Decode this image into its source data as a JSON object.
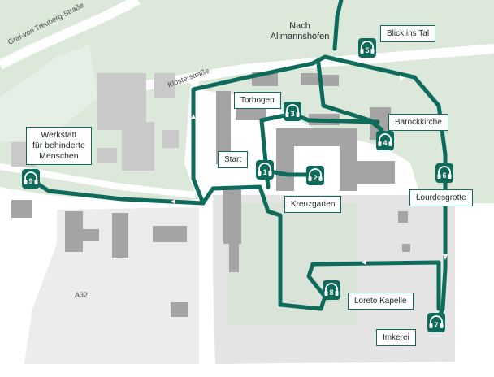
{
  "colors": {
    "route": "#0e6b5b",
    "green_area": "#dde9dc",
    "building": "#9e9e9e",
    "road": "#ffffff",
    "ground": "#e9e9e9"
  },
  "route_stops": [
    {
      "number": "1",
      "name": "Start",
      "icon": "headphones-icon"
    },
    {
      "number": "2",
      "name": "Kreuzgarten",
      "icon": "headphones-icon"
    },
    {
      "number": "3",
      "name": "Torbogen",
      "icon": "headphones-icon"
    },
    {
      "number": "4",
      "name": "Barockkirche",
      "icon": "headphones-icon"
    },
    {
      "number": "5",
      "name": "Blick ins Tal",
      "icon": "headphones-icon"
    },
    {
      "number": "6",
      "name": "Lourdesgrotte",
      "icon": "headphones-icon"
    },
    {
      "number": "7",
      "name": "Imkerei",
      "icon": "headphones-icon"
    },
    {
      "number": "8",
      "name": "Loreto Kapelle",
      "icon": "headphones-icon"
    },
    {
      "number": "9",
      "name": "Werkstatt\nfür behinderte\nMenschen",
      "icon": "headphones-icon"
    }
  ],
  "streets": {
    "graf": "Graf-von Treuberg-Straße",
    "kloster": "Klosterstraße",
    "a32": "A32"
  },
  "destination": "Nach\nAllmannshofen"
}
